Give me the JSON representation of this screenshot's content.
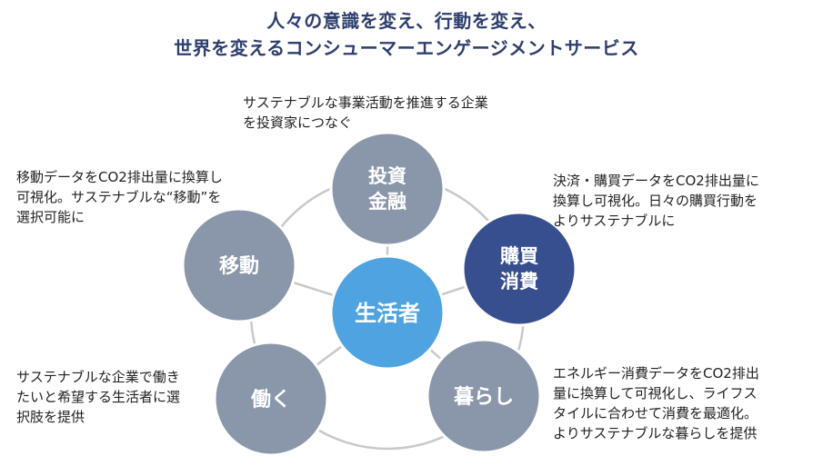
{
  "title": {
    "line1": "人々の意識を変え、行動を変え、",
    "line2": "世界を変えるコンシューマーエンゲージメントサービス"
  },
  "nodes": {
    "center": {
      "label": "生活者",
      "color": "#4fa3e0"
    },
    "invest": {
      "line1": "投資",
      "line2": "金融",
      "color": "#8a97aa"
    },
    "buy": {
      "line1": "購買",
      "line2": "消費",
      "color": "#384f8f"
    },
    "life": {
      "label": "暮らし",
      "color": "#8a97aa"
    },
    "work": {
      "label": "働く",
      "color": "#8a97aa"
    },
    "move": {
      "label": "移動",
      "color": "#8a97aa"
    }
  },
  "descriptions": {
    "invest": [
      "サステナブルな事業活動を推進する企業",
      "を投資家につなぐ"
    ],
    "move": [
      "移動データをCO2排出量に換算し",
      "可視化。サステナブルな“移動”を",
      "選択可能に"
    ],
    "buy": [
      "決済・購買データをCO2排出量に",
      "換算し可視化。日々の購買行動を",
      "よりサステナブルに"
    ],
    "work": [
      "サステナブルな企業で働き",
      "たいと希望する生活者に選",
      "択肢を提供"
    ],
    "life": [
      "エネルギー消費データをCO2排出",
      "量に換算して可視化し、ライフス",
      "タイルに合わせて消費を最適化。",
      "よりサステナブルな暮らしを提供"
    ]
  },
  "colors": {
    "line": "#c9c9c9",
    "title": "#2e3f6e"
  }
}
